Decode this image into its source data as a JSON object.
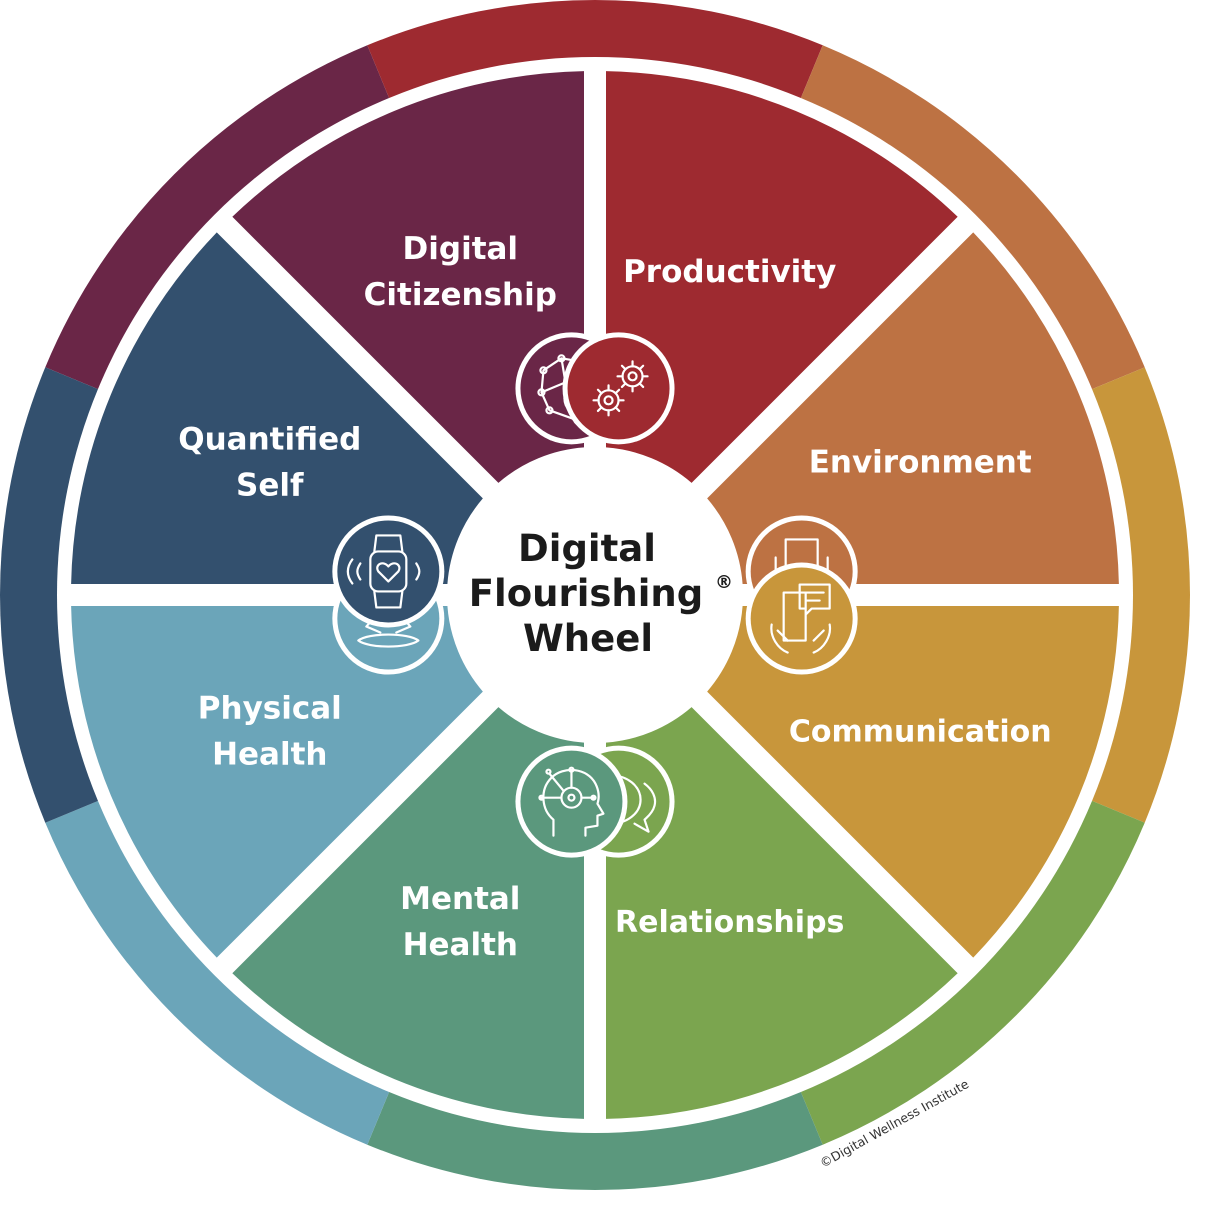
{
  "center": {
    "line1": "Digital",
    "line2": "Flourishing",
    "mark": "®",
    "line3": "Wheel"
  },
  "copyright": "©Digital Wellness Institute",
  "segments": [
    {
      "id": "digital-citizenship",
      "lines": [
        "Digital",
        "Citizenship"
      ],
      "color": "#6a2647",
      "icon": "globe-network-icon"
    },
    {
      "id": "productivity",
      "lines": [
        "Productivity"
      ],
      "color": "#9e2a30",
      "icon": "gears-icon"
    },
    {
      "id": "environment",
      "lines": [
        "Environment"
      ],
      "color": "#bd7243",
      "icon": "office-chair-icon"
    },
    {
      "id": "communication",
      "lines": [
        "Communication"
      ],
      "color": "#c8963b",
      "icon": "phone-chat-icon"
    },
    {
      "id": "relationships",
      "lines": [
        "Relationships"
      ],
      "color": "#7ba54f",
      "icon": "heart-speech-bubbles-icon"
    },
    {
      "id": "mental-health",
      "lines": [
        "Mental",
        "Health"
      ],
      "color": "#5b987d",
      "icon": "brain-head-icon"
    },
    {
      "id": "physical-health",
      "lines": [
        "Physical",
        "Health"
      ],
      "color": "#6ba5b9",
      "icon": "meditation-icon"
    },
    {
      "id": "quantified-self",
      "lines": [
        "Quantified",
        "Self"
      ],
      "color": "#33506e",
      "icon": "smartwatch-heart-icon"
    }
  ]
}
